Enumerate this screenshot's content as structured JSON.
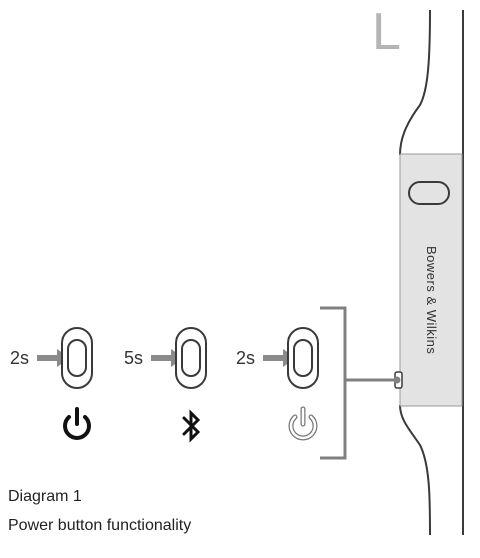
{
  "side_marker": "L",
  "brand": "Bowers & Wilkins",
  "steps": [
    {
      "duration": "2s",
      "icon": "power-icon",
      "icon_style": "solid"
    },
    {
      "duration": "5s",
      "icon": "bluetooth-icon",
      "icon_style": "solid"
    },
    {
      "duration": "2s",
      "icon": "power-icon",
      "icon_style": "outline"
    }
  ],
  "caption": {
    "title": "Diagram 1",
    "subtitle": "Power button functionality"
  },
  "colors": {
    "stroke": "#3a3a3a",
    "arrow": "#8a8a8a",
    "bracket": "#808080",
    "module": "#e3e3e3",
    "letter": "#b5b5b5"
  }
}
